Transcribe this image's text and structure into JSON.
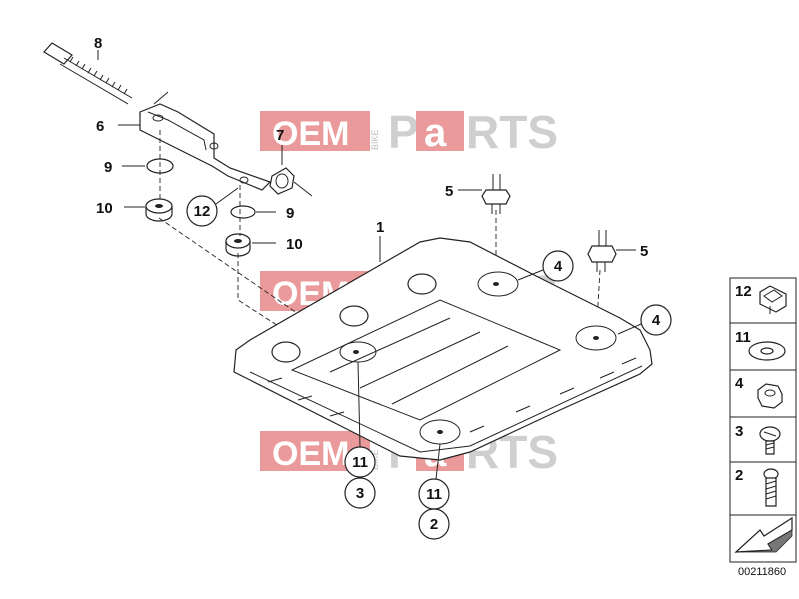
{
  "watermark": {
    "oem": "OEM",
    "bike": "BIKE",
    "parts_p": "P",
    "parts_a": "a",
    "parts_rts": "RTS"
  },
  "callouts": {
    "c8": "8",
    "c6": "6",
    "c7": "7",
    "c9a": "9",
    "c10a": "10",
    "c12": "12",
    "c9b": "9",
    "c10b": "10",
    "c1": "1",
    "c5a": "5",
    "c5b": "5",
    "c4a": "4",
    "c4b": "4",
    "c11a": "11",
    "c3": "3",
    "c11b": "11",
    "c2": "2"
  },
  "legend": [
    {
      "num": "12",
      "icon": "clip-nut-icon"
    },
    {
      "num": "11",
      "icon": "washer-icon"
    },
    {
      "num": "4",
      "icon": "hex-nut-icon"
    },
    {
      "num": "3",
      "icon": "oval-head-screw-icon"
    },
    {
      "num": "2",
      "icon": "hex-screw-icon"
    }
  ],
  "document_number": "00211860"
}
